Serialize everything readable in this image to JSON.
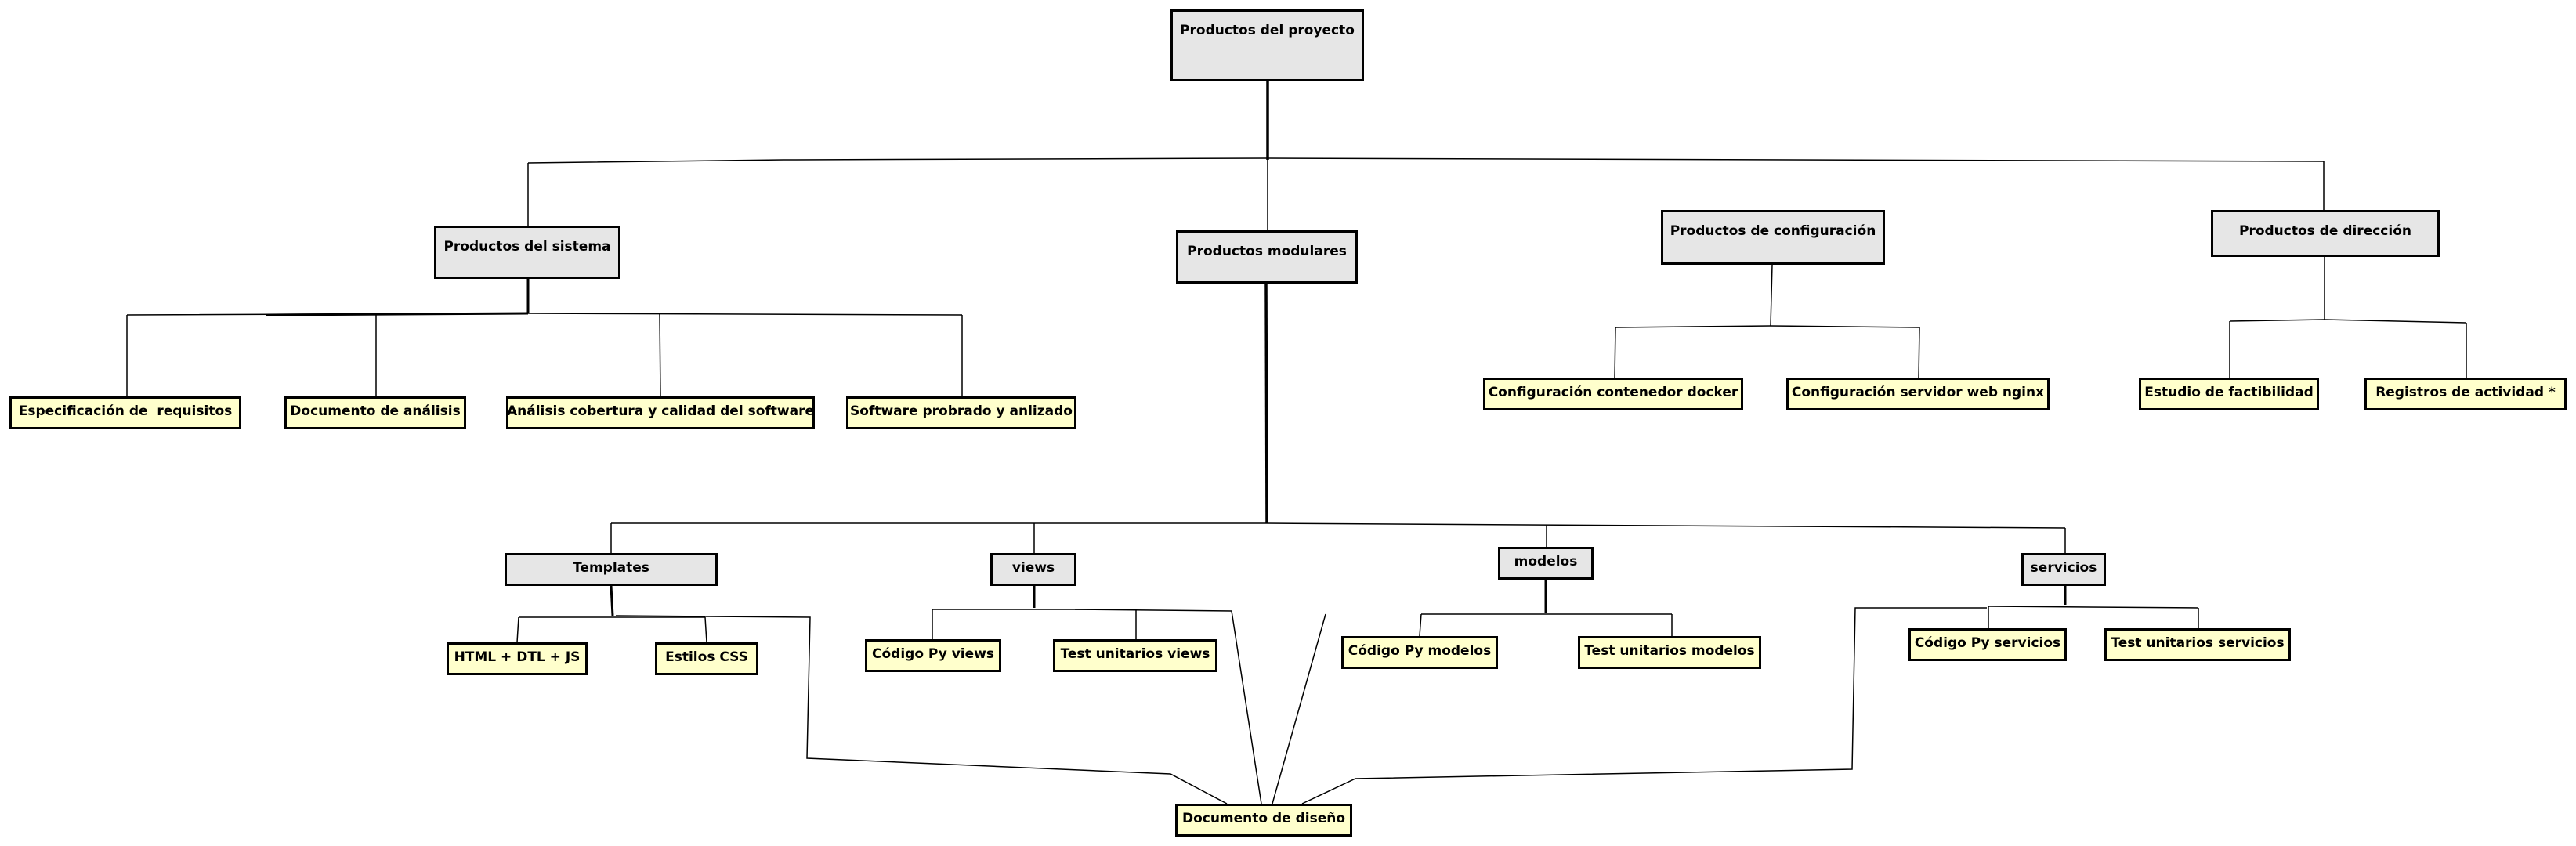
{
  "colors": {
    "group_fill": "#e6e6e6",
    "leaf_fill": "#ffffcc",
    "stroke": "#000000"
  },
  "nodes": {
    "root": "Productos del proyecto",
    "sistema": "Productos del sistema",
    "modulares": "Productos modulares",
    "configuracion": "Productos de configuración",
    "direccion": "Productos de dirección",
    "especificacion": "Especificación de  requisitos",
    "analisis_doc": "Documento de análisis",
    "cobertura": "Análisis cobertura y calidad del software",
    "software": "Software probrado y anlizado",
    "docker": "Configuración contenedor docker",
    "nginx": "Configuración servidor web nginx",
    "factibilidad": "Estudio de factibilidad",
    "registros": "Registros de actividad *",
    "templates": "Templates",
    "views": "views",
    "modelos": "modelos",
    "servicios": "servicios",
    "html": "HTML + DTL + JS",
    "css": "Estilos CSS",
    "py_views": "Código Py views",
    "test_views": "Test unitarios views",
    "py_modelos": "Código Py modelos",
    "test_modelos": "Test unitarios modelos",
    "py_servicios": "Código Py servicios",
    "test_servicios": "Test unitarios servicios",
    "diseno": "Documento de diseño"
  }
}
